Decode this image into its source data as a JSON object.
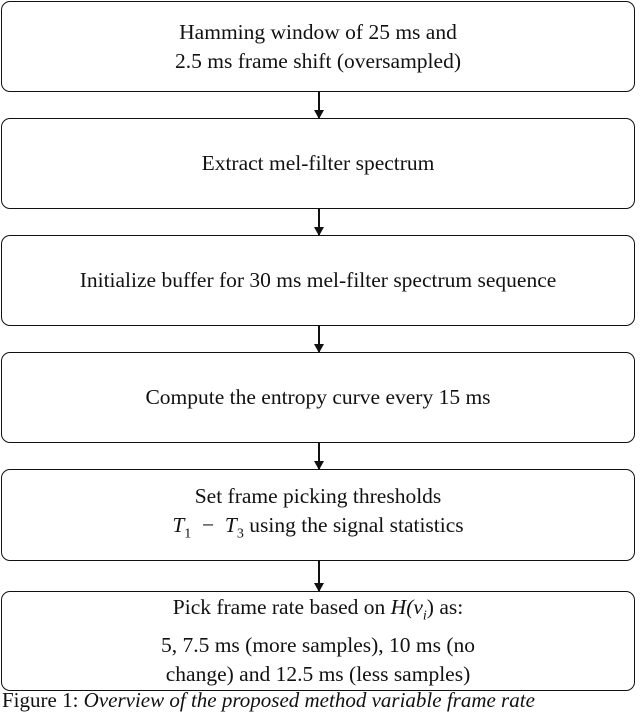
{
  "steps": [
    {
      "lines": [
        "Hamming window of 25 ms and",
        "2.5 ms frame shift (oversampled)"
      ]
    },
    {
      "lines": [
        "Extract mel-filter spectrum"
      ]
    },
    {
      "lines": [
        "Initialize buffer for 30 ms mel-filter spectrum sequence"
      ]
    },
    {
      "lines": [
        "Compute the entropy curve every 15 ms"
      ]
    },
    {
      "lines": [
        "Set frame picking thresholds"
      ],
      "math_line": {
        "t1": "T",
        "t1_sub": "1",
        "dash": "−",
        "t3": "T",
        "t3_sub": "3",
        "rest": " using the signal statistics"
      }
    },
    {
      "line1_text": "Pick frame rate based on ",
      "line1_math": "H(ν",
      "line1_sub": "i",
      "line1_close": ") as:",
      "lines": [
        "5, 7.5 ms (more samples), 10 ms (no",
        "change) and 12.5 ms (less samples)"
      ]
    }
  ],
  "caption": {
    "prefix": "Figure 1:",
    "text": "Overview of the proposed method variable frame rate"
  }
}
